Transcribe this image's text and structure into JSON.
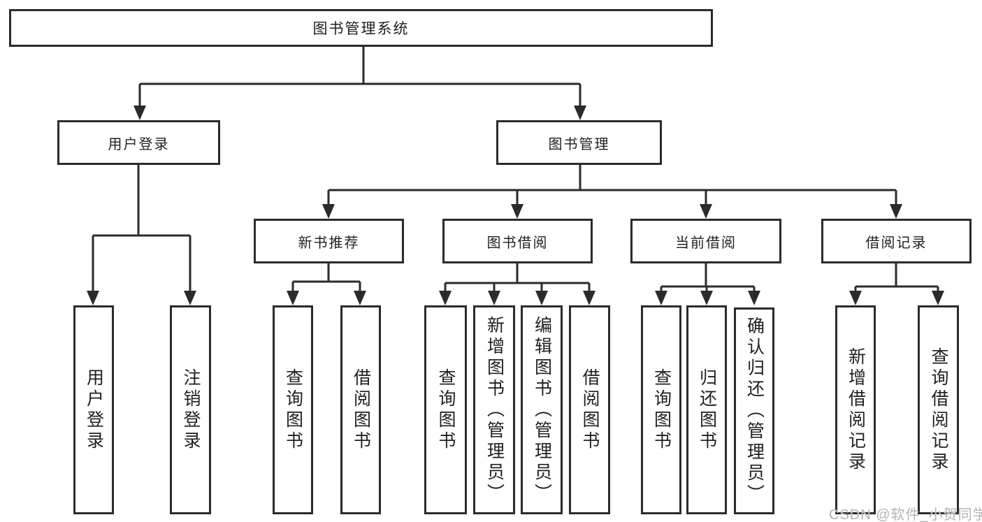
{
  "title": "图书管理系统",
  "watermark": "CSDN @软件_小贺同学",
  "colors": {
    "line": "#2b2b2b",
    "box_border": "#2b2b2b",
    "box_fill": "#ffffff",
    "text": "#1f1f1f",
    "background": "#ffffff",
    "watermark": "#b3b3b3"
  },
  "nodes": {
    "root": {
      "label": "图书管理系统"
    },
    "user_login": {
      "label": "用户登录"
    },
    "book_mgmt": {
      "label": "图书管理"
    },
    "new_book_rec": {
      "label": "新书推荐"
    },
    "book_borrow": {
      "label": "图书借阅"
    },
    "current_borrow": {
      "label": "当前借阅"
    },
    "borrow_records": {
      "label": "借阅记录"
    },
    "leaf_user_login": {
      "label": "用户登录"
    },
    "leaf_logout": {
      "label": "注销登录"
    },
    "nbr_query_books": {
      "label": "查询图书"
    },
    "nbr_borrow_books": {
      "label": "借阅图书"
    },
    "bb_query_books": {
      "label": "查询图书"
    },
    "bb_add_books": {
      "label": "新增图书（管理员）"
    },
    "bb_edit_books": {
      "label": "编辑图书（管理员）"
    },
    "bb_borrow_books": {
      "label": "借阅图书"
    },
    "cb_query_books": {
      "label": "查询图书"
    },
    "cb_return_books": {
      "label": "归还图书"
    },
    "cb_confirm_return": {
      "label": "确认归还（管理员）"
    },
    "br_add_record": {
      "label": "新增借阅记录"
    },
    "br_query_record": {
      "label": "查询借阅记录"
    }
  },
  "edges": [
    {
      "from": "root",
      "to": [
        "user_login",
        "book_mgmt"
      ]
    },
    {
      "from": "user_login",
      "to": [
        "leaf_user_login",
        "leaf_logout"
      ]
    },
    {
      "from": "book_mgmt",
      "to": [
        "new_book_rec",
        "book_borrow",
        "current_borrow",
        "borrow_records"
      ]
    },
    {
      "from": "new_book_rec",
      "to": [
        "nbr_query_books",
        "nbr_borrow_books"
      ]
    },
    {
      "from": "book_borrow",
      "to": [
        "bb_query_books",
        "bb_add_books",
        "bb_edit_books",
        "bb_borrow_books"
      ]
    },
    {
      "from": "current_borrow",
      "to": [
        "cb_query_books",
        "cb_return_books",
        "cb_confirm_return"
      ]
    },
    {
      "from": "borrow_records",
      "to": [
        "br_add_record",
        "br_query_record"
      ]
    }
  ]
}
